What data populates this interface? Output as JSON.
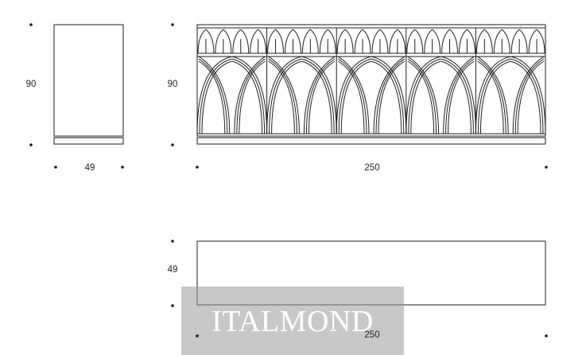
{
  "side_view": {
    "height_label": "90",
    "depth_label": "49"
  },
  "front_view": {
    "height_label": "90",
    "width_label": "250",
    "door_count": 5
  },
  "top_view": {
    "depth_label": "49",
    "width_label": "250"
  },
  "watermark": {
    "text": "ITALMOND"
  },
  "colors": {
    "line": "#1e1e1e",
    "watermark_box": "#9a9a9a",
    "watermark_text": "#ffffff"
  }
}
